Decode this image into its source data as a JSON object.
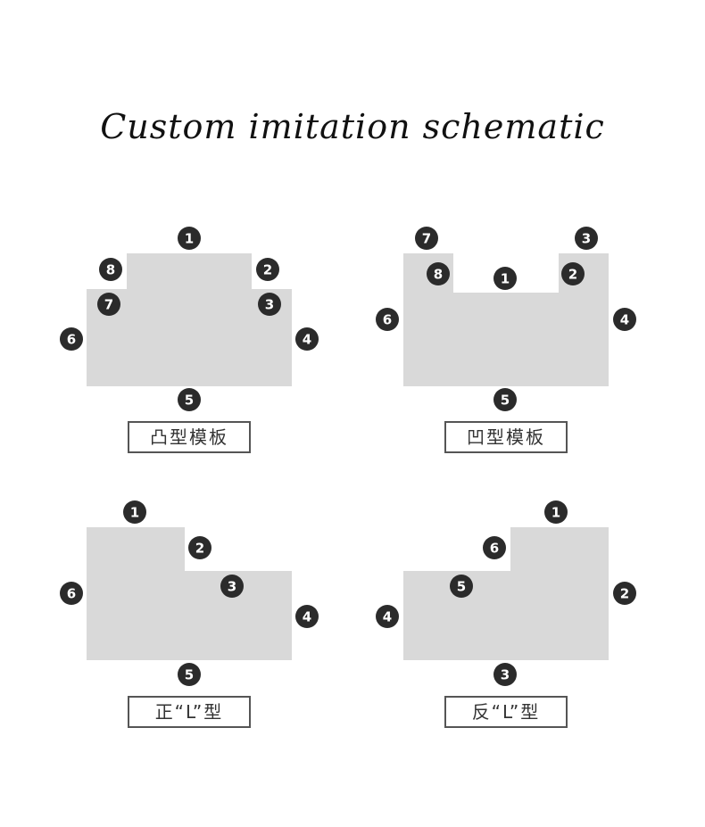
{
  "title": "Custom imitation schematic",
  "colors": {
    "shape": "#d9d9d9",
    "badge": "#2b2b2b",
    "badge_text": "#ffffff",
    "caption_border": "#555555"
  },
  "panels": [
    {
      "caption": "凸型模板",
      "badges": [
        "1",
        "2",
        "3",
        "4",
        "5",
        "6",
        "7",
        "8"
      ]
    },
    {
      "caption": "凹型模板",
      "badges": [
        "1",
        "2",
        "3",
        "4",
        "5",
        "6",
        "7",
        "8"
      ]
    },
    {
      "caption": "正“L”型",
      "badges": [
        "1",
        "2",
        "3",
        "4",
        "5",
        "6"
      ]
    },
    {
      "caption": "反“L”型",
      "badges": [
        "1",
        "2",
        "3",
        "4",
        "5",
        "6"
      ]
    }
  ]
}
